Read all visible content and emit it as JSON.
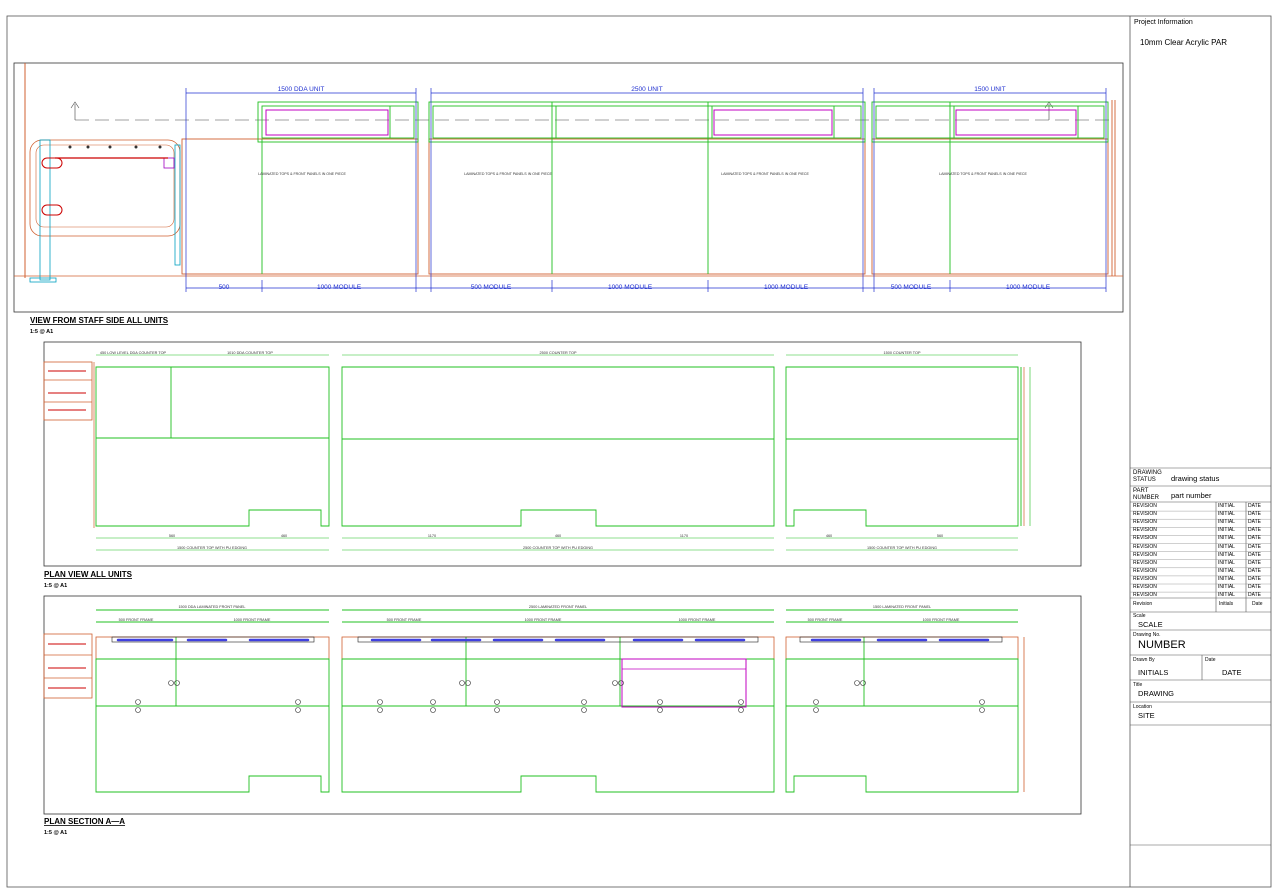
{
  "title_block": {
    "project_label": "Project Information",
    "project_name": "10mm Clear Acrylic PAR",
    "drawing_status_label": "DRAWING STATUS",
    "drawing_status_value": "drawing status",
    "part_number_label": "PART NUMBER",
    "part_number_value": "part number",
    "revision_label": "REVISION",
    "initials_label": "INITIAL",
    "date_label": "DATE",
    "revision_footer": [
      "Revision",
      "Initials",
      "Date"
    ],
    "scale_label": "Scale",
    "scale_value": "SCALE",
    "drawing_no_label": "Drawing No.",
    "drawing_no_value": "NUMBER",
    "drawn_by_label": "Drawn By",
    "drawn_by_value": "INITIALS",
    "date_field_label": "Date",
    "date_field_value": "DATE",
    "title_label": "Title",
    "title_value": "DRAWING",
    "location_label": "Location",
    "location_value": "SITE"
  },
  "views": {
    "staff": {
      "title": "VIEW FROM STAFF SIDE ALL UNITS",
      "scale": "1:5 @ A1",
      "top_dims": [
        "1500 DDA UNIT",
        "2500 UNIT",
        "1500 UNIT"
      ],
      "bottom_dims": [
        "500",
        "1000 MODULE",
        "500 MODULE",
        "1000 MODULE",
        "1000 MODULE",
        "500 MODULE",
        "1000 MODULE"
      ],
      "panel_note": "LAMINATED TOPS & FRONT PANELS IN ONE PIECE"
    },
    "plan": {
      "title": "PLAN VIEW ALL UNITS",
      "scale": "1:5 @ A1",
      "top_dims": [
        "450 LOW LEVEL DDA COUNTER TOP",
        "1010 DDA COUNTER TOP",
        "2500 COUNTER TOP",
        "1500 COUNTER TOP"
      ],
      "bottom_dims": [
        "1500 COUNTER TOP WITH PU EDGING",
        "2500 COUNTER TOP WITH PU EDGING",
        "1500 COUNTER TOP WITH PU EDGING"
      ],
      "sub_dims": [
        "560",
        "460",
        "1170",
        "460",
        "1170",
        "460",
        "560"
      ]
    },
    "section": {
      "title": "PLAN SECTION A—A",
      "scale": "1:5 @ A1",
      "top_dims": [
        "1500 DDA LAMINATED FRONT PANEL",
        "2500 LAMINATED FRONT PANEL",
        "1500 LAMINATED FRONT PANEL"
      ],
      "frame_dims": [
        "500 FRONT FRAME",
        "1000 FRONT FRAME",
        "500 FRONT FRAME",
        "1000 FRONT FRAME",
        "1000 FRONT FRAME",
        "500 FRONT FRAME",
        "1000 FRONT FRAME"
      ]
    }
  }
}
